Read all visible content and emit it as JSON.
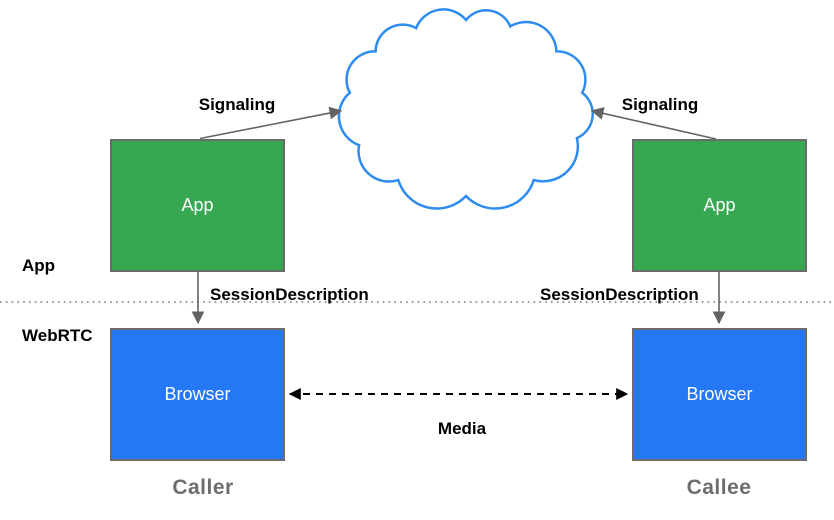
{
  "diagram": {
    "layers": {
      "app": "App",
      "webrtc": "WebRTC"
    },
    "edges": {
      "signaling": "Signaling",
      "session_description": "SessionDescription",
      "media": "Media"
    },
    "nodes": {
      "app": "App",
      "browser": "Browser"
    },
    "endpoints": {
      "caller": "Caller",
      "callee": "Callee"
    },
    "colors": {
      "app_box_green": "#36a852",
      "browser_box_blue": "#2478f5",
      "cloud_stroke_blue": "#2d8cf0",
      "arrow_gray": "#636363",
      "media_arrow_black": "#000000",
      "endpoint_label_gray": "#6d6d6d",
      "box_border_gray": "#6b6b6b",
      "layer_divider_gray": "#767676",
      "node_text": "#ffffff",
      "background": "#ffffff"
    }
  }
}
